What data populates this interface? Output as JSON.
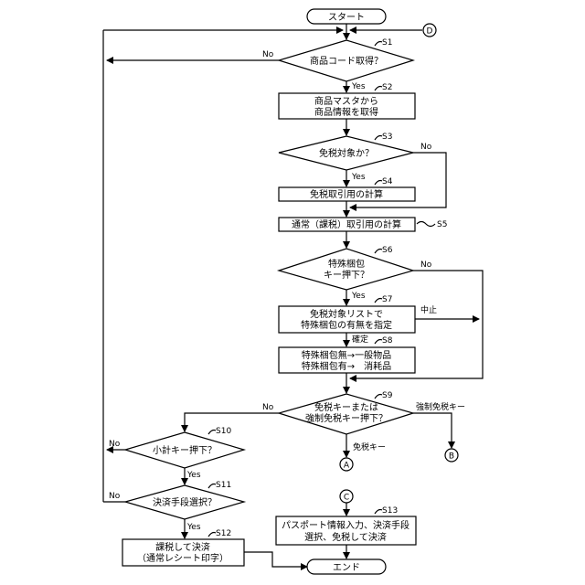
{
  "terminals": {
    "start": "スタート",
    "end": "エンド"
  },
  "connectors": {
    "A": "A",
    "B": "B",
    "C": "C",
    "D": "D"
  },
  "steps": {
    "s1": {
      "id": "S1",
      "label": "商品コード取得？"
    },
    "s2": {
      "id": "S2",
      "line1": "商品マスタから",
      "line2": "商品情報を取得"
    },
    "s3": {
      "id": "S3",
      "label": "免税対象か？"
    },
    "s4": {
      "id": "S4",
      "label": "免税取引用の計算"
    },
    "s5": {
      "id": "S5",
      "label": "通常（課税）取引用の計算"
    },
    "s6": {
      "id": "S6",
      "line1": "特殊梱包",
      "line2": "キー押下？"
    },
    "s7": {
      "id": "S7",
      "line1": "免税対象リストで",
      "line2": "特殊梱包の有無を指定"
    },
    "s8": {
      "id": "S8",
      "line1": "特殊梱包無→一般物品",
      "line2": "特殊梱包有→　消耗品"
    },
    "s9": {
      "id": "S9",
      "line1": "免税キーまたは",
      "line2": "強制免税キー押下？"
    },
    "s10": {
      "id": "S10",
      "label": "小計キー押下？"
    },
    "s11": {
      "id": "S11",
      "label": "決済手段選択？"
    },
    "s12": {
      "id": "S12",
      "line1": "課税して決済",
      "line2": "（通常レシート印字）"
    },
    "s13": {
      "id": "S13",
      "line1": "パスポート情報入力、決済手段",
      "line2": "選択、免税して決済"
    }
  },
  "branch_labels": {
    "s1_no": "No",
    "s1_yes": "Yes",
    "s3_no": "No",
    "s3_yes": "Yes",
    "s6_no": "No",
    "s6_yes": "Yes",
    "s7_cancel": "中止",
    "s7_confirm": "確定",
    "s9_no": "No",
    "s9_force": "強制免税キー",
    "s9_tax": "免税キー",
    "s10_no": "No",
    "s10_yes": "Yes",
    "s11_no": "No",
    "s11_yes": "Yes"
  }
}
